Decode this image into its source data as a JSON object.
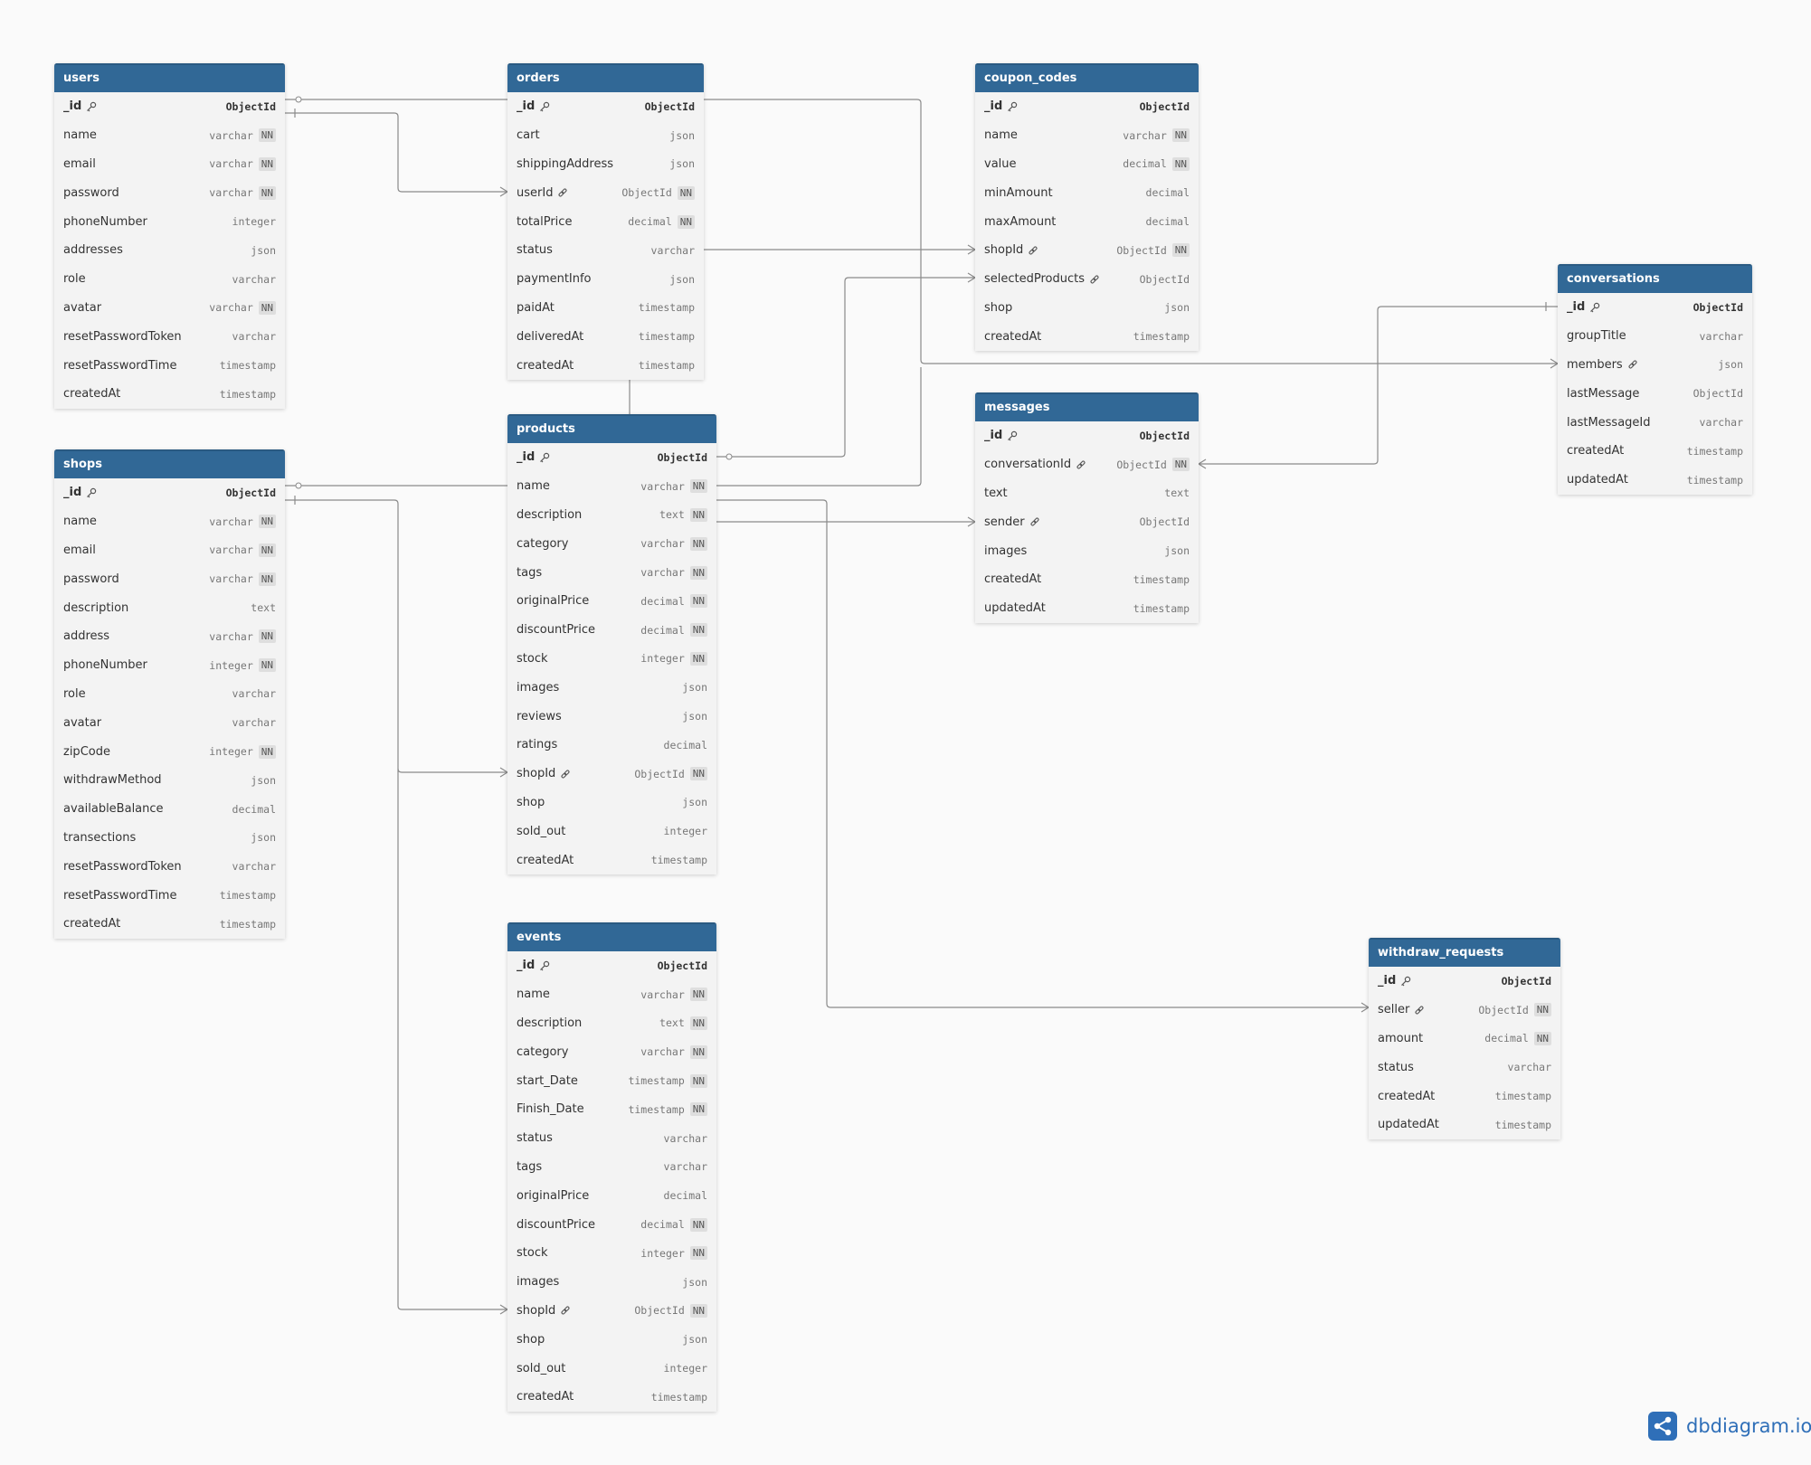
{
  "brand": {
    "name": "dbdiagram.io",
    "logo_icon": "dbdiagram-logo-icon"
  },
  "colors": {
    "header": "#316896",
    "body": "#f3f3f3",
    "line": "#8a8a8a",
    "brand": "#2f6fb8"
  },
  "tables": [
    {
      "id": "users",
      "name": "users",
      "fields": [
        {
          "name": "_id",
          "type": "ObjectId",
          "pk": true,
          "nn": false
        },
        {
          "name": "name",
          "type": "varchar",
          "nn": true
        },
        {
          "name": "email",
          "type": "varchar",
          "nn": true
        },
        {
          "name": "password",
          "type": "varchar",
          "nn": true
        },
        {
          "name": "phoneNumber",
          "type": "integer",
          "nn": false
        },
        {
          "name": "addresses",
          "type": "json",
          "nn": false
        },
        {
          "name": "role",
          "type": "varchar",
          "nn": false
        },
        {
          "name": "avatar",
          "type": "varchar",
          "nn": true
        },
        {
          "name": "resetPasswordToken",
          "type": "varchar",
          "nn": false
        },
        {
          "name": "resetPasswordTime",
          "type": "timestamp",
          "nn": false
        },
        {
          "name": "createdAt",
          "type": "timestamp",
          "nn": false
        }
      ]
    },
    {
      "id": "orders",
      "name": "orders",
      "fields": [
        {
          "name": "_id",
          "type": "ObjectId",
          "pk": true,
          "nn": false
        },
        {
          "name": "cart",
          "type": "json",
          "nn": false
        },
        {
          "name": "shippingAddress",
          "type": "json",
          "nn": false
        },
        {
          "name": "userId",
          "type": "ObjectId",
          "fk": true,
          "nn": true
        },
        {
          "name": "totalPrice",
          "type": "decimal",
          "nn": true
        },
        {
          "name": "status",
          "type": "varchar",
          "nn": false
        },
        {
          "name": "paymentInfo",
          "type": "json",
          "nn": false
        },
        {
          "name": "paidAt",
          "type": "timestamp",
          "nn": false
        },
        {
          "name": "deliveredAt",
          "type": "timestamp",
          "nn": false
        },
        {
          "name": "createdAt",
          "type": "timestamp",
          "nn": false
        }
      ]
    },
    {
      "id": "coupon_codes",
      "name": "coupon_codes",
      "fields": [
        {
          "name": "_id",
          "type": "ObjectId",
          "pk": true,
          "nn": false
        },
        {
          "name": "name",
          "type": "varchar",
          "nn": true
        },
        {
          "name": "value",
          "type": "decimal",
          "nn": true
        },
        {
          "name": "minAmount",
          "type": "decimal",
          "nn": false
        },
        {
          "name": "maxAmount",
          "type": "decimal",
          "nn": false
        },
        {
          "name": "shopId",
          "type": "ObjectId",
          "fk": true,
          "nn": true
        },
        {
          "name": "selectedProducts",
          "type": "ObjectId",
          "fk": true,
          "nn": false
        },
        {
          "name": "shop",
          "type": "json",
          "nn": false
        },
        {
          "name": "createdAt",
          "type": "timestamp",
          "nn": false
        }
      ]
    },
    {
      "id": "conversations",
      "name": "conversations",
      "fields": [
        {
          "name": "_id",
          "type": "ObjectId",
          "pk": true,
          "nn": false
        },
        {
          "name": "groupTitle",
          "type": "varchar",
          "nn": false
        },
        {
          "name": "members",
          "type": "json",
          "fk": true,
          "nn": false
        },
        {
          "name": "lastMessage",
          "type": "ObjectId",
          "nn": false
        },
        {
          "name": "lastMessageId",
          "type": "varchar",
          "nn": false
        },
        {
          "name": "createdAt",
          "type": "timestamp",
          "nn": false
        },
        {
          "name": "updatedAt",
          "type": "timestamp",
          "nn": false
        }
      ]
    },
    {
      "id": "shops",
      "name": "shops",
      "fields": [
        {
          "name": "_id",
          "type": "ObjectId",
          "pk": true,
          "nn": false
        },
        {
          "name": "name",
          "type": "varchar",
          "nn": true
        },
        {
          "name": "email",
          "type": "varchar",
          "nn": true
        },
        {
          "name": "password",
          "type": "varchar",
          "nn": true
        },
        {
          "name": "description",
          "type": "text",
          "nn": false
        },
        {
          "name": "address",
          "type": "varchar",
          "nn": true
        },
        {
          "name": "phoneNumber",
          "type": "integer",
          "nn": true
        },
        {
          "name": "role",
          "type": "varchar",
          "nn": false
        },
        {
          "name": "avatar",
          "type": "varchar",
          "nn": false
        },
        {
          "name": "zipCode",
          "type": "integer",
          "nn": true
        },
        {
          "name": "withdrawMethod",
          "type": "json",
          "nn": false
        },
        {
          "name": "availableBalance",
          "type": "decimal",
          "nn": false
        },
        {
          "name": "transections",
          "type": "json",
          "nn": false
        },
        {
          "name": "resetPasswordToken",
          "type": "varchar",
          "nn": false
        },
        {
          "name": "resetPasswordTime",
          "type": "timestamp",
          "nn": false
        },
        {
          "name": "createdAt",
          "type": "timestamp",
          "nn": false
        }
      ]
    },
    {
      "id": "products",
      "name": "products",
      "fields": [
        {
          "name": "_id",
          "type": "ObjectId",
          "pk": true,
          "nn": false
        },
        {
          "name": "name",
          "type": "varchar",
          "nn": true
        },
        {
          "name": "description",
          "type": "text",
          "nn": true
        },
        {
          "name": "category",
          "type": "varchar",
          "nn": true
        },
        {
          "name": "tags",
          "type": "varchar",
          "nn": true
        },
        {
          "name": "originalPrice",
          "type": "decimal",
          "nn": true
        },
        {
          "name": "discountPrice",
          "type": "decimal",
          "nn": true
        },
        {
          "name": "stock",
          "type": "integer",
          "nn": true
        },
        {
          "name": "images",
          "type": "json",
          "nn": false
        },
        {
          "name": "reviews",
          "type": "json",
          "nn": false
        },
        {
          "name": "ratings",
          "type": "decimal",
          "nn": false
        },
        {
          "name": "shopId",
          "type": "ObjectId",
          "fk": true,
          "nn": true
        },
        {
          "name": "shop",
          "type": "json",
          "nn": false
        },
        {
          "name": "sold_out",
          "type": "integer",
          "nn": false
        },
        {
          "name": "createdAt",
          "type": "timestamp",
          "nn": false
        }
      ]
    },
    {
      "id": "messages",
      "name": "messages",
      "fields": [
        {
          "name": "_id",
          "type": "ObjectId",
          "pk": true,
          "nn": false
        },
        {
          "name": "conversationId",
          "type": "ObjectId",
          "fk": true,
          "nn": true
        },
        {
          "name": "text",
          "type": "text",
          "nn": false
        },
        {
          "name": "sender",
          "type": "ObjectId",
          "fk": true,
          "nn": false
        },
        {
          "name": "images",
          "type": "json",
          "nn": false
        },
        {
          "name": "createdAt",
          "type": "timestamp",
          "nn": false
        },
        {
          "name": "updatedAt",
          "type": "timestamp",
          "nn": false
        }
      ]
    },
    {
      "id": "events",
      "name": "events",
      "fields": [
        {
          "name": "_id",
          "type": "ObjectId",
          "pk": true,
          "nn": false
        },
        {
          "name": "name",
          "type": "varchar",
          "nn": true
        },
        {
          "name": "description",
          "type": "text",
          "nn": true
        },
        {
          "name": "category",
          "type": "varchar",
          "nn": true
        },
        {
          "name": "start_Date",
          "type": "timestamp",
          "nn": true
        },
        {
          "name": "Finish_Date",
          "type": "timestamp",
          "nn": true
        },
        {
          "name": "status",
          "type": "varchar",
          "nn": false
        },
        {
          "name": "tags",
          "type": "varchar",
          "nn": false
        },
        {
          "name": "originalPrice",
          "type": "decimal",
          "nn": false
        },
        {
          "name": "discountPrice",
          "type": "decimal",
          "nn": true
        },
        {
          "name": "stock",
          "type": "integer",
          "nn": true
        },
        {
          "name": "images",
          "type": "json",
          "nn": false
        },
        {
          "name": "shopId",
          "type": "ObjectId",
          "fk": true,
          "nn": true
        },
        {
          "name": "shop",
          "type": "json",
          "nn": false
        },
        {
          "name": "sold_out",
          "type": "integer",
          "nn": false
        },
        {
          "name": "createdAt",
          "type": "timestamp",
          "nn": false
        }
      ]
    },
    {
      "id": "withdraw_requests",
      "name": "withdraw_requests",
      "fields": [
        {
          "name": "_id",
          "type": "ObjectId",
          "pk": true,
          "nn": false
        },
        {
          "name": "seller",
          "type": "ObjectId",
          "fk": true,
          "nn": true
        },
        {
          "name": "amount",
          "type": "decimal",
          "nn": true
        },
        {
          "name": "status",
          "type": "varchar",
          "nn": false
        },
        {
          "name": "createdAt",
          "type": "timestamp",
          "nn": false
        },
        {
          "name": "updatedAt",
          "type": "timestamp",
          "nn": false
        }
      ]
    }
  ],
  "nn_label": "NN"
}
